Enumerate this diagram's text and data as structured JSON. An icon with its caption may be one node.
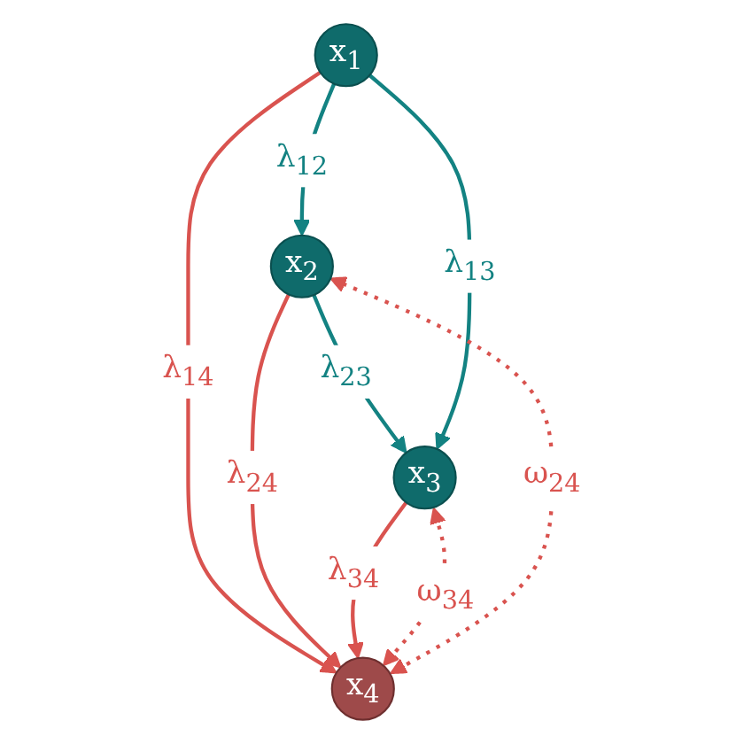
{
  "diagram": {
    "nodes": [
      {
        "text": [
          "x$_{1}$"
        ]
      },
      {
        "text": [
          "x$_{2}$"
        ]
      },
      {
        "text": [
          "x$_{3}$"
        ]
      },
      {
        "text": [
          "x$_{4}$"
        ]
      }
    ],
    "edges": [
      {
        "from": 0,
        "to": 1,
        "arrow": "to",
        "label": "λ$_{12}$",
        "color": "#138282"
      },
      {
        "from": 0,
        "to": 3,
        "arrow": "to",
        "label": "λ$_{14}$"
      },
      {
        "from": 1,
        "to": 2,
        "arrow": "to",
        "label": "λ$_{23}$",
        "color": "#138282"
      },
      {
        "from": 0,
        "to": 2,
        "arrow": "to",
        "label": "λ$_{13}$",
        "color": "#138282"
      },
      {
        "from": 1,
        "to": 3,
        "arrow": "to",
        "label": "λ$_{24}$"
      },
      {
        "from": 3,
        "to": 1,
        "arrow": "both",
        "label": "ω$_{24}$",
        "style": "dashed"
      },
      {
        "from": 2,
        "to": 3,
        "arrow": "to",
        "label": "λ$_{34}$"
      },
      {
        "from": 2,
        "to": 3,
        "arrow": "both",
        "label": "ω$_{34}$",
        "style": "dashed"
      }
    ]
  }
}
